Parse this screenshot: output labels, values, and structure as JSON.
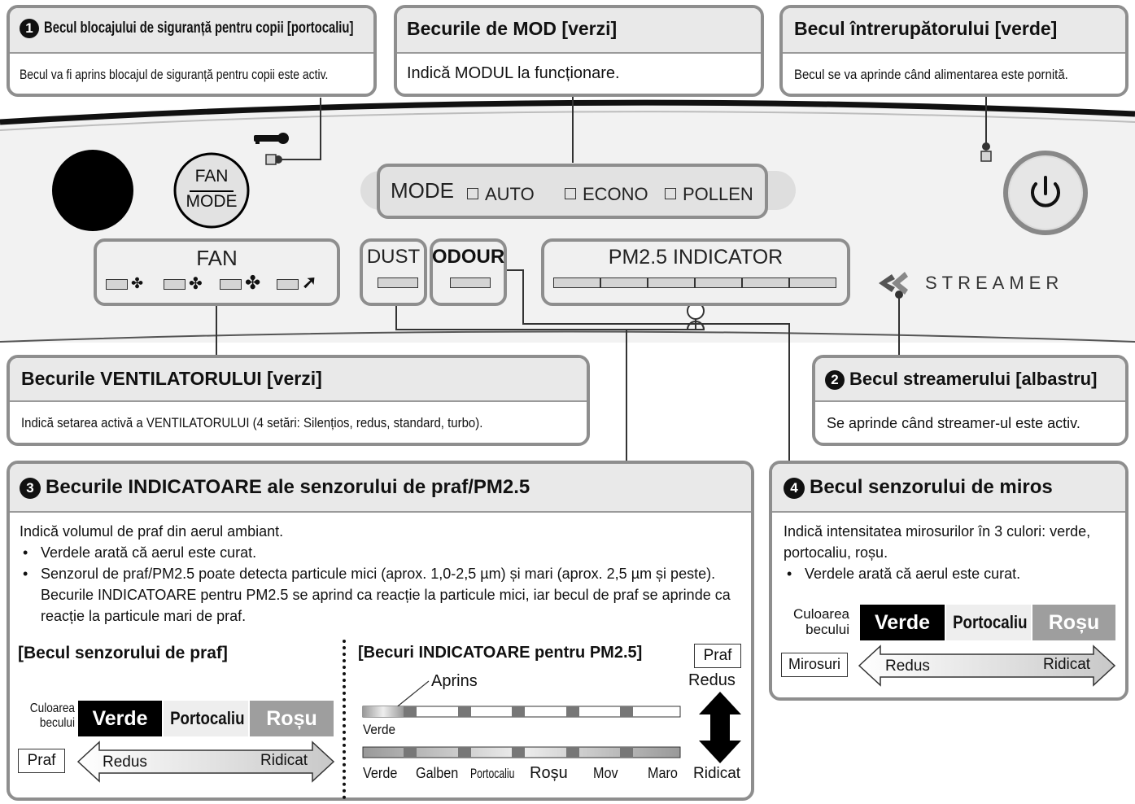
{
  "callouts": {
    "child_lock": {
      "num": "1",
      "title": "Becul blocajului de siguranță pentru copii [portocaliu]",
      "body": "Becul va fi aprins blocajul de siguranță pentru copii este activ."
    },
    "mode": {
      "title": "Becurile de MOD [verzi]",
      "body": "Indică MODUL la funcționare."
    },
    "power": {
      "title": "Becul întrerupătorului [verde]",
      "body": "Becul se va aprinde când alimentarea este pornită."
    },
    "fan": {
      "title": "Becurile VENTILATORULUI [verzi]",
      "body": "Indică setarea activă a VENTILATORULUI (4 setări: Silențios, redus, standard, turbo)."
    },
    "streamer": {
      "num": "2",
      "title": "Becul streamerului [albastru]",
      "body": "Se aprinde când streamer-ul este activ."
    },
    "dust": {
      "num": "3",
      "title": "Becurile INDICATOARE ale senzorului de praf/PM2.5",
      "intro": "Indică volumul de praf din aerul ambiant.",
      "bullet1": "Verdele arată că aerul este curat.",
      "bullet2": "Senzorul de praf/PM2.5 poate detecta particule mici (aprox. 1,0-2,5 µm) și mari (aprox. 2,5 µm și peste). Becurile INDICATOARE pentru PM2.5 se aprind ca reacție la particule mici, iar becul de praf se aprinde ca reacție la particule mari de praf.",
      "sensor_title": "[Becul senzorului de praf]",
      "pm_title": "[Becuri INDICATOARE pentru PM2.5]",
      "lamp_color_label": "Culoarea becului",
      "colors": [
        "Verde",
        "Portocaliu",
        "Roșu"
      ],
      "dust_label": "Praf",
      "low": "Redus",
      "high": "Ridicat",
      "lit_label": "Aprins",
      "pm_first_label": "Verde",
      "pm_scale": [
        "Verde",
        "Galben",
        "Portocaliu",
        "Roșu",
        "Mov",
        "Maro"
      ],
      "pm_dust_tag": "Praf",
      "pm_low": "Redus",
      "pm_high": "Ridicat"
    },
    "odour": {
      "num": "4",
      "title": "Becul senzorului de miros",
      "body": "Indică intensitatea mirosurilor în 3 culori: verde, portocaliu, roșu.",
      "bullet1": "Verdele arată că aerul este curat.",
      "lamp_color_label": "Culoarea becului",
      "colors": [
        "Verde",
        "Portocaliu",
        "Roșu"
      ],
      "odour_label": "Mirosuri",
      "low": "Redus",
      "high": "Ridicat"
    }
  },
  "panel": {
    "fan_mode_button": {
      "line1": "FAN",
      "line2": "MODE"
    },
    "mode_label": "MODE",
    "modes": [
      "AUTO",
      "ECONO",
      "POLLEN"
    ],
    "fan_label": "FAN",
    "dust_label": "DUST",
    "odour_label": "ODOUR",
    "pm_label": "PM2.5  INDICATOR",
    "streamer_label": "STREAMER"
  },
  "colors": {
    "frame": "#8e8e8e",
    "header_bg": "#e9e9e9",
    "panel_bg": "#f0f0f0",
    "verde_bg": "#000000",
    "portocaliu_bg": "#eeeeee",
    "rosu_bg": "#9e9e9e"
  }
}
